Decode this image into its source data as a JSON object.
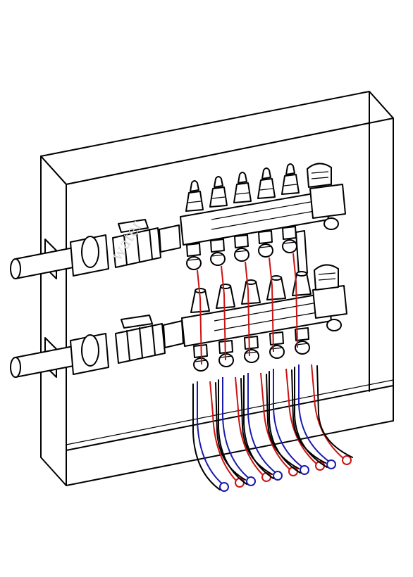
{
  "watermark_text": "water",
  "colors": {
    "outline": "#000000",
    "supply_pipe": "#cc1111",
    "return_pipe": "#1a1aaa",
    "background": "#ffffff"
  },
  "manifold": {
    "supply_outlets": 5,
    "return_outlets": 5,
    "circuits": 5
  }
}
